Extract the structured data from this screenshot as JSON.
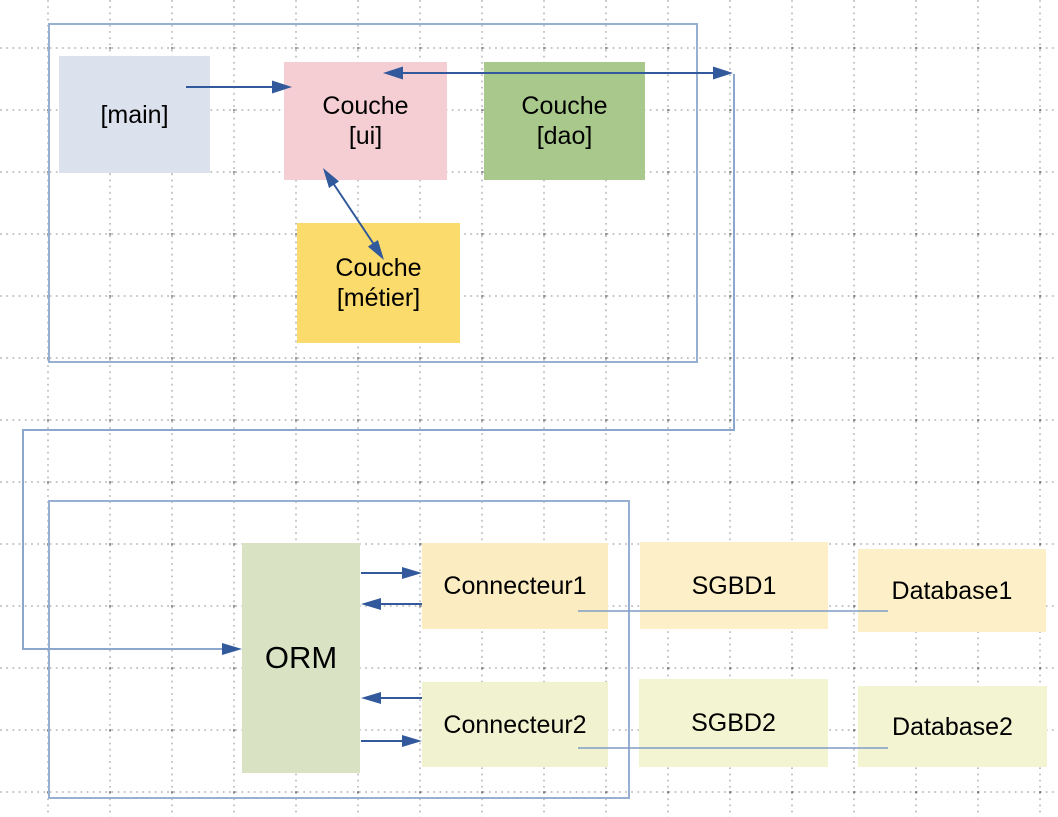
{
  "boxes": {
    "main": {
      "label": "[main]",
      "fill": "#dbe2ee"
    },
    "ui": {
      "line1": "Couche",
      "line2": "[ui]",
      "fill": "#f5ced4"
    },
    "dao": {
      "line1": "Couche",
      "line2": "[dao]",
      "fill": "#a9c88b"
    },
    "metier": {
      "line1": "Couche",
      "line2": "[métier]",
      "fill": "#fbdb6b"
    },
    "orm": {
      "label": "ORM",
      "fill": "#d9e3c4"
    },
    "connecteur1": {
      "label": "Connecteur1",
      "fill": "#fcecc2"
    },
    "connecteur2": {
      "label": "Connecteur2",
      "fill": "#f1f3d0"
    },
    "sgbd1": {
      "label": "SGBD1",
      "fill": "#fdf0c8"
    },
    "sgbd2": {
      "label": "SGBD2",
      "fill": "#f2f4d2"
    },
    "database1": {
      "label": "Database1",
      "fill": "#fdf0c8"
    },
    "database2": {
      "label": "Database2",
      "fill": "#f2f4d2"
    }
  },
  "edges": {
    "arrow_color": "#31599b",
    "light_color": "#8ca7cb",
    "link_color": "#7e9cc4",
    "container_border": "#97afd0"
  }
}
